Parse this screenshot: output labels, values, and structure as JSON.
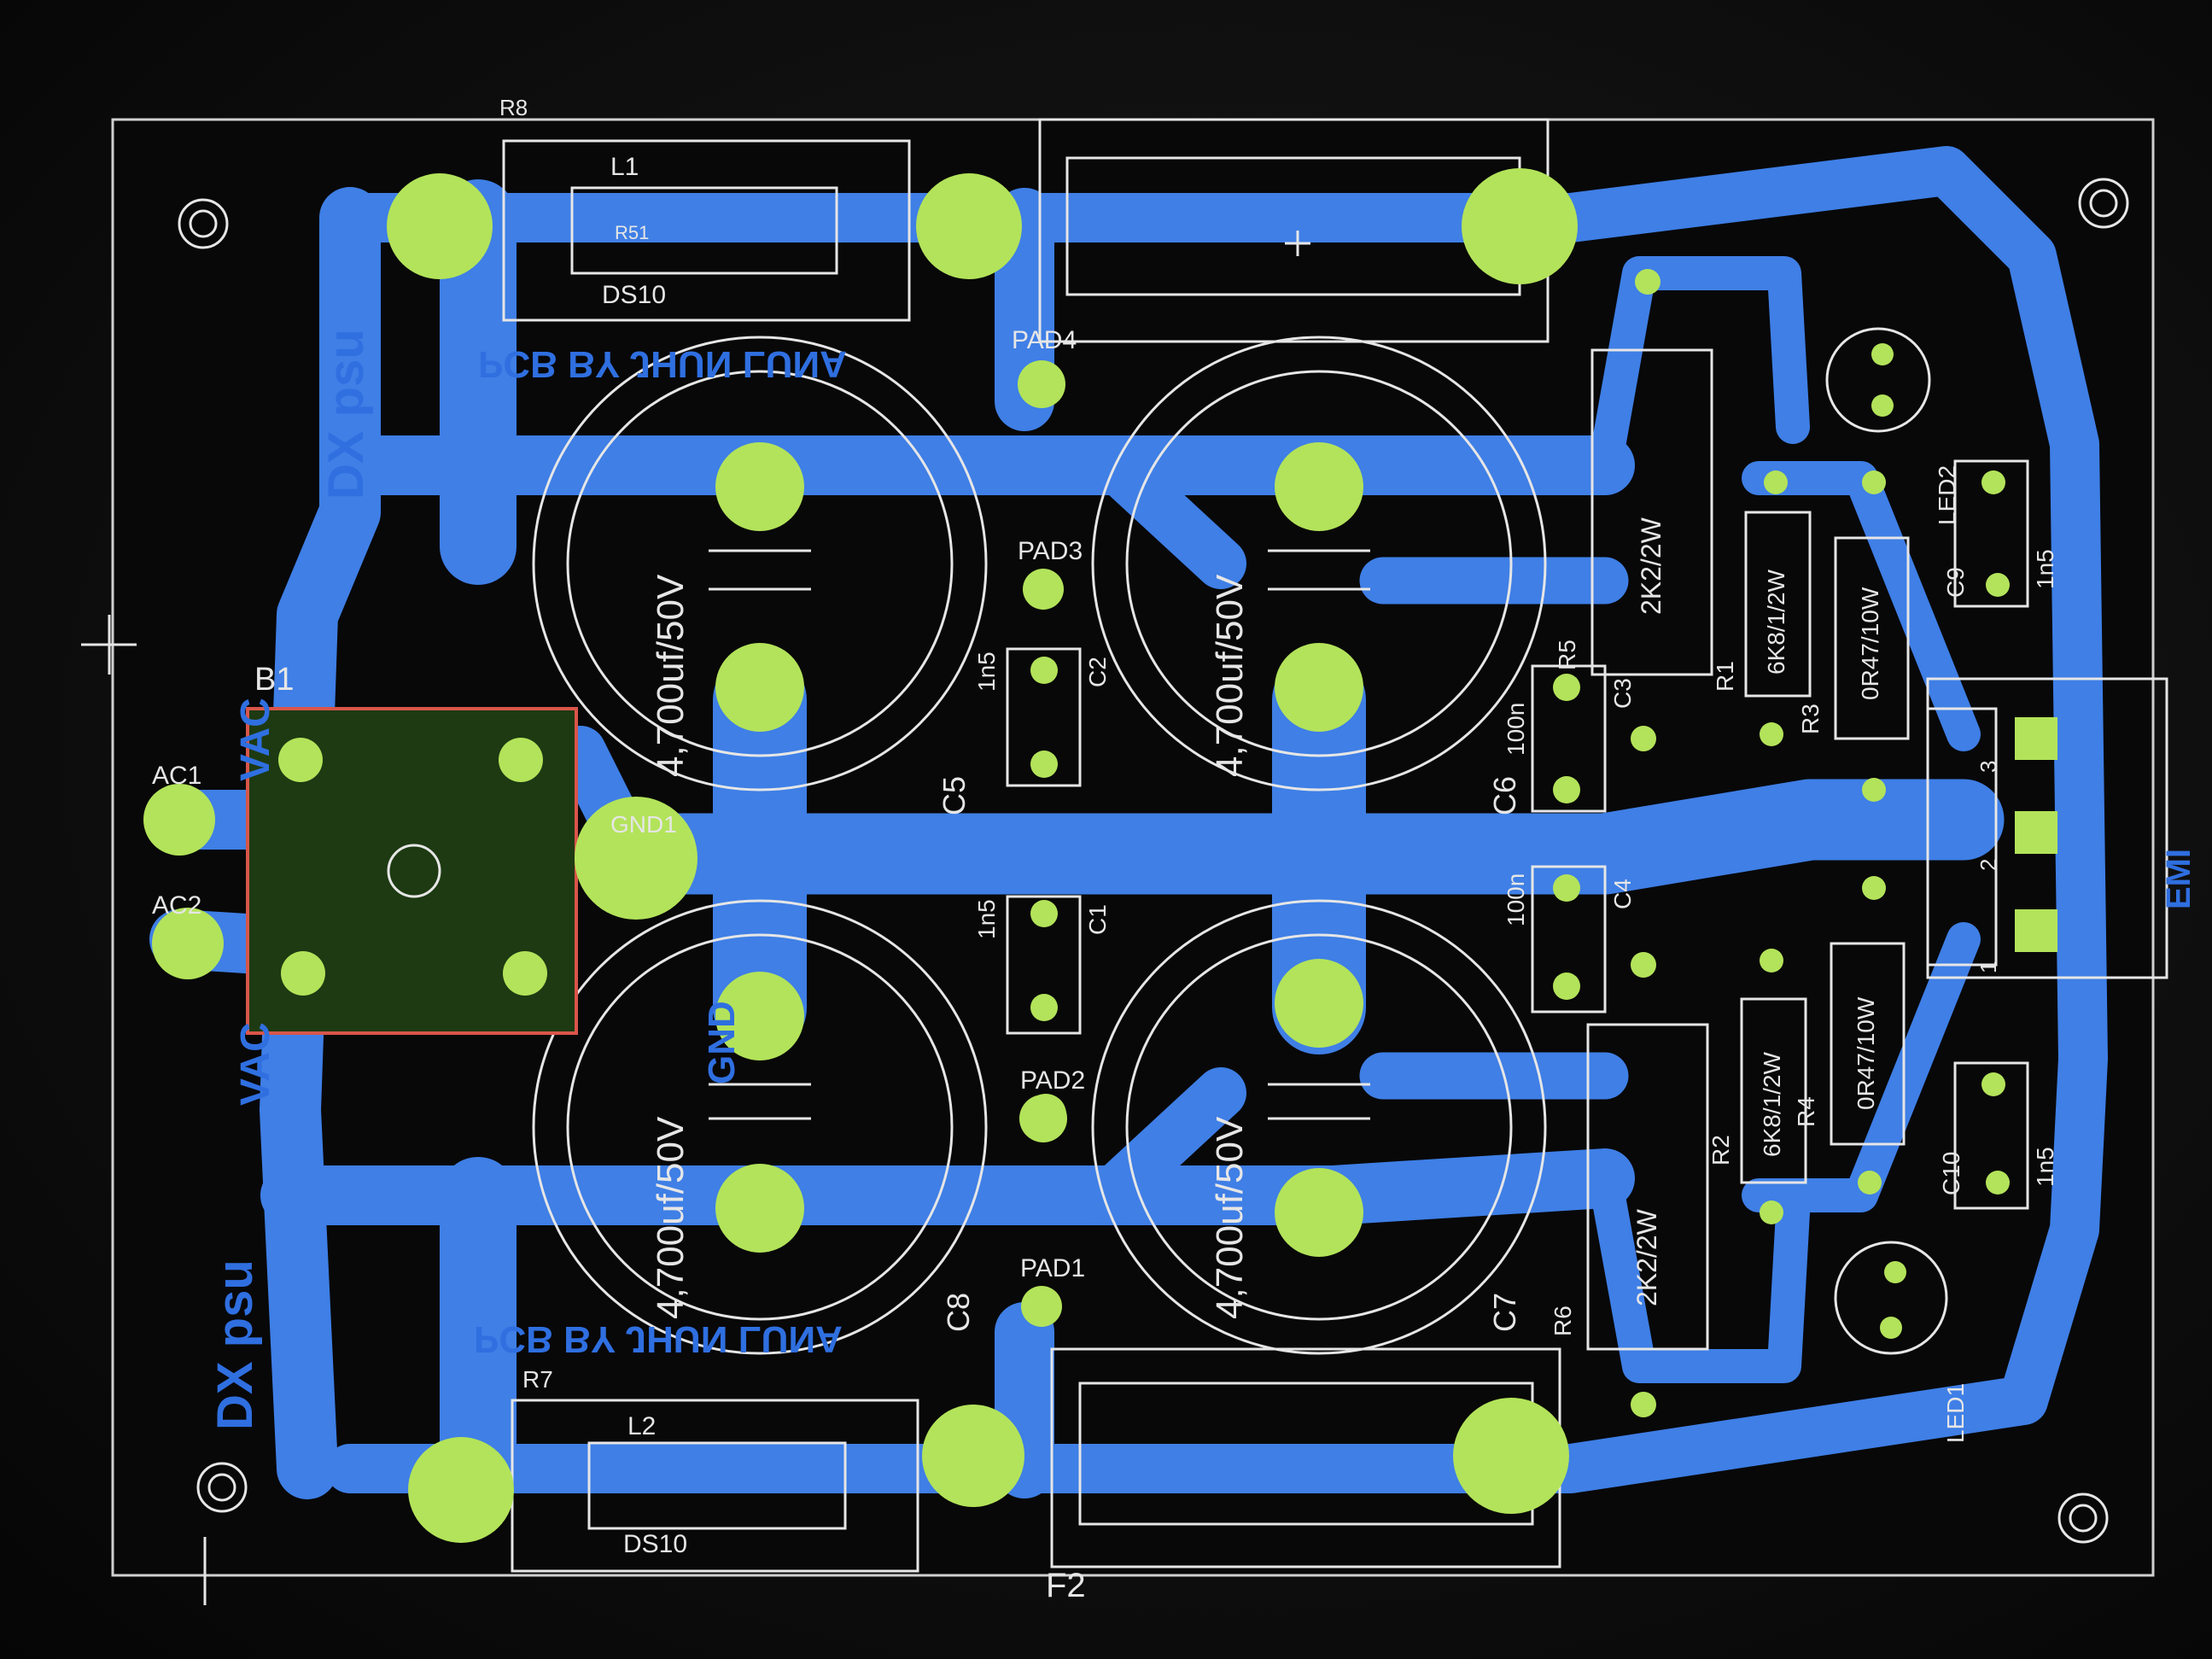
{
  "colors": {
    "copper": "#3f7fe6",
    "pad": "#b3e35a",
    "silkscreen": "#e6e6e6",
    "board": "#080808",
    "outline_red": "#d9554a"
  },
  "labels": {
    "r8": "R8",
    "l1": "L1",
    "r51": "R51",
    "ds10_top": "DS10",
    "ds10_bottom": "DS10",
    "l2": "L2",
    "r7": "R7",
    "f2": "F2",
    "pad4": "PAD4",
    "pad3": "PAD3",
    "pad2": "PAD2",
    "pad1": "PAD1",
    "b1": "B1",
    "ac1": "AC1",
    "ac2": "AC2",
    "gnd1": "GND1",
    "c5": "C5",
    "c6": "C6",
    "c7": "C7",
    "c8": "C8",
    "c1": "C1",
    "c2": "C2",
    "c3": "C3",
    "c4": "C4",
    "c9": "C9",
    "c10": "C10",
    "cap_value_1": "4,700uf/50V",
    "cap_value_2": "4,700uf/50V",
    "cap_value_3": "4,700uf/50V",
    "cap_value_4": "4,700uf/50V",
    "c1_value": "1n5",
    "c2_value": "1n5",
    "c3_value": "100n",
    "c4_value": "100n",
    "c9_value": "1n5",
    "c10_value": "1n5",
    "r1": "R1",
    "r2": "R2",
    "r3": "R3",
    "r4": "R4",
    "r5": "R5",
    "r6": "R6",
    "r1_value": "2K2/2W",
    "r2_value": "2K2/2W",
    "r3_value": "6K8/1/2W",
    "r4_value": "6K8/1/2W",
    "r5_value": "0R47/10W",
    "r6_value": "0R47/10W",
    "led1": "LED1",
    "led2": "LED2",
    "pin1": "1",
    "pin2": "2",
    "pin3": "3",
    "copper_text_top": "PCB BY JHUN LUNA",
    "copper_text_bottom": "PCB BY JHUN LUNA",
    "copper_text_side_top": "DX psu",
    "copper_text_side_bottom": "DX psu",
    "copper_text_ac_top": "VAC",
    "copper_text_ac_bottom": "VAC",
    "copper_text_gnd": "GND",
    "copper_text_conn": "EMI"
  }
}
